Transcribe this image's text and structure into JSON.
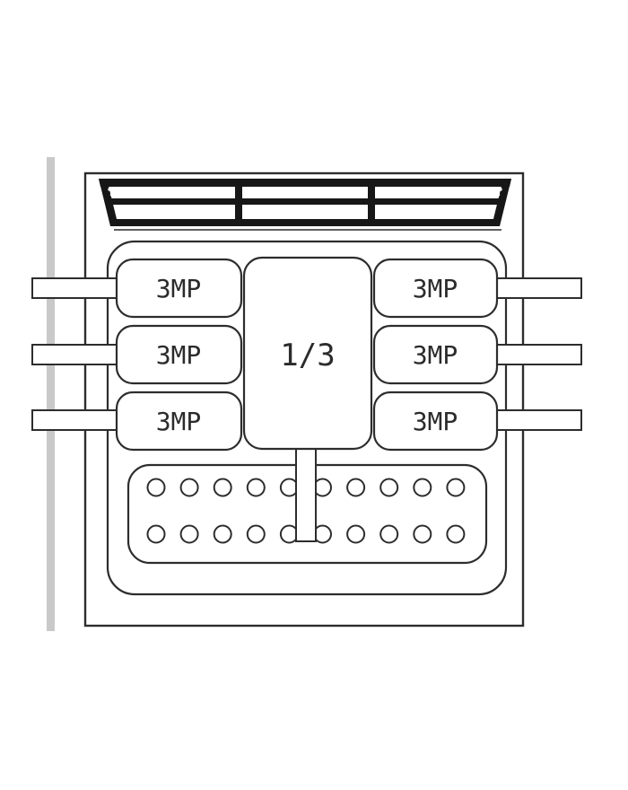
{
  "diagram": {
    "center_label": "1/3",
    "burner_labels": [
      "3MP",
      "3MP",
      "3MP",
      "3MP",
      "3MP",
      "3MP"
    ],
    "perforation": {
      "rows": 2,
      "cols": 10
    },
    "colors": {
      "line": "#2d2d2d",
      "grille": "#171717",
      "wall": "#c9c9c9",
      "bg": "#ffffff",
      "text": "#2b2b2b"
    }
  }
}
